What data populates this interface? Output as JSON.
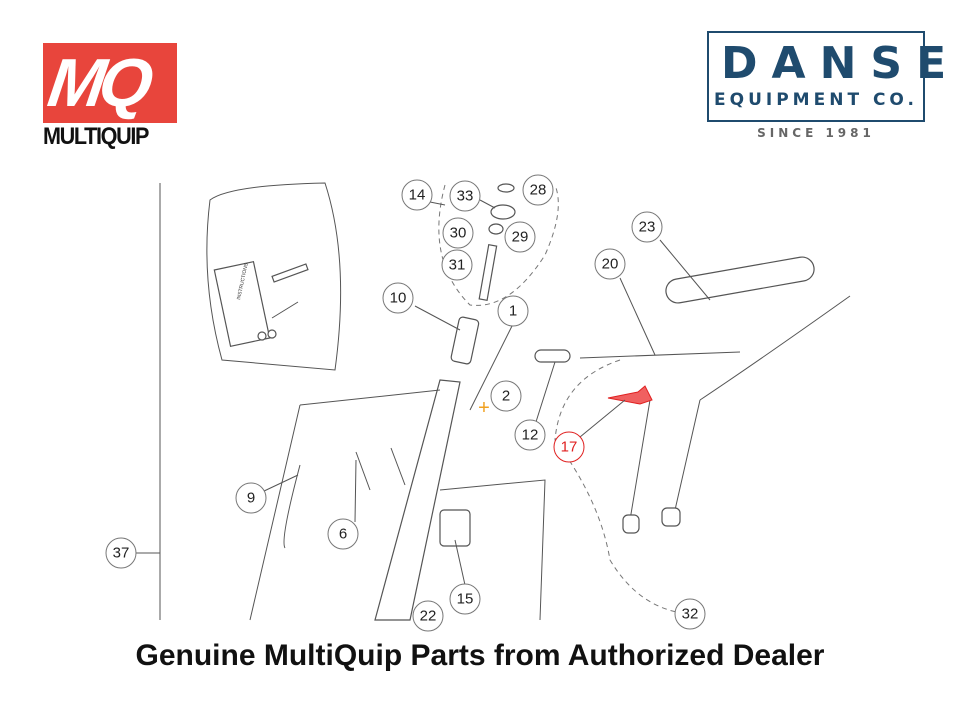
{
  "brand": {
    "logo_letters": "MQ",
    "logo_name": "MULTIQUIP"
  },
  "dealer": {
    "name": "DANSE",
    "subtitle": "EQUIPMENT CO.",
    "since": "SINCE 1981",
    "color": "#1f4b6e"
  },
  "diagram": {
    "callouts": [
      "14",
      "33",
      "28",
      "30",
      "29",
      "31",
      "10",
      "1",
      "2",
      "23",
      "20",
      "12",
      "17",
      "9",
      "6",
      "37",
      "15",
      "22",
      "32"
    ],
    "kit_card_text": "INSTRUCTIONS",
    "highlight_color": "#e02020"
  },
  "caption": "Genuine MultiQuip Parts from Authorized Dealer"
}
